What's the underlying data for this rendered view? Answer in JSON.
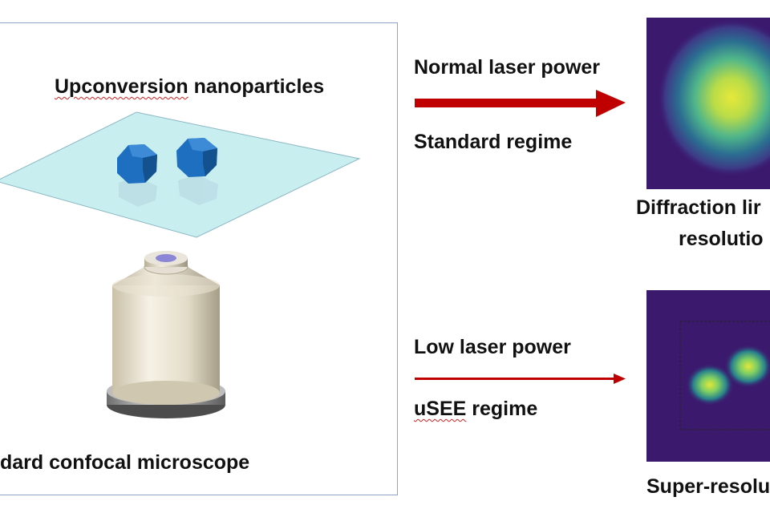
{
  "setup": {
    "title": "Upconversion",
    "title_rest": " nanoparticles",
    "microscope_label": "dard confocal microscope"
  },
  "standard": {
    "power_label": "Normal laser power",
    "regime_label": "Standard regime",
    "result_line1": "Diffraction lir",
    "result_line2": "resolutio"
  },
  "superres": {
    "power_label": "Low laser power",
    "regime_prefix": "uSEE",
    "regime_rest": " regime",
    "result_label": "Super-resolu"
  },
  "colors": {
    "arrow": "#c00000",
    "panel_border": "#8fa3c4",
    "glass": "#c9eef0",
    "particle": "#1f6fc0",
    "image_bg": "#3b1a6e"
  },
  "icons": [
    "nanoparticle-icon",
    "microscope-objective-icon",
    "arrow-right-icon"
  ]
}
